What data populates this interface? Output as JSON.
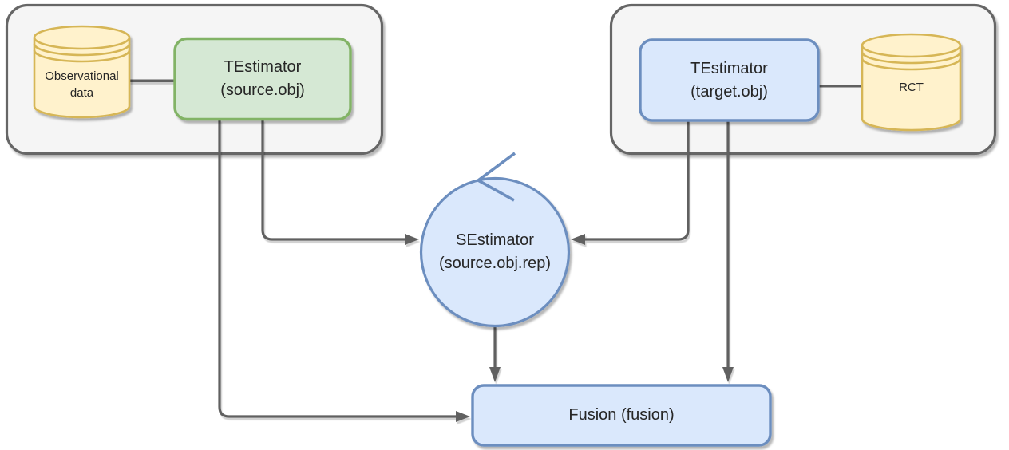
{
  "diagram": {
    "type": "flow-diagram",
    "groups": {
      "left_group": {
        "contains": [
          "observational_db",
          "source_testimator"
        ]
      },
      "right_group": {
        "contains": [
          "target_testimator",
          "rct_db"
        ]
      }
    },
    "nodes": {
      "observational_db": {
        "shape": "database-cylinder",
        "line1": "Observational",
        "line2": "data"
      },
      "source_testimator": {
        "shape": "rounded-rect",
        "line1": "TEstimator",
        "line2": "(source.obj)"
      },
      "target_testimator": {
        "shape": "rounded-rect",
        "line1": "TEstimator",
        "line2": "(target.obj)"
      },
      "rct_db": {
        "shape": "database-cylinder",
        "label": "RCT"
      },
      "sestimator": {
        "shape": "circle-with-loop-arrow",
        "line1": "SEstimator",
        "line2": "(source.obj.rep)"
      },
      "fusion": {
        "shape": "rounded-rect",
        "label": "Fusion (fusion)"
      }
    },
    "edges": [
      {
        "from": "observational_db",
        "to": "source_testimator",
        "type": "plain-link"
      },
      {
        "from": "rct_db",
        "to": "target_testimator",
        "type": "plain-link"
      },
      {
        "from": "source_testimator",
        "to": "sestimator",
        "type": "arrow"
      },
      {
        "from": "target_testimator",
        "to": "sestimator",
        "type": "arrow"
      },
      {
        "from": "source_testimator",
        "to": "fusion",
        "type": "arrow"
      },
      {
        "from": "target_testimator",
        "to": "fusion",
        "type": "arrow"
      },
      {
        "from": "sestimator",
        "to": "fusion",
        "type": "arrow"
      },
      {
        "from": "sestimator",
        "to": "sestimator",
        "type": "self-loop-arrowhead"
      }
    ],
    "colors": {
      "container_fill": "#f5f5f5",
      "container_border": "#666666",
      "yellow_fill": "#fff2cc",
      "yellow_border": "#d6b656",
      "green_fill": "#d5e8d4",
      "green_border": "#82b366",
      "blue_fill": "#dae8fc",
      "blue_border": "#6c8ebf",
      "edge_color": "#616161",
      "text_color": "#262626"
    }
  }
}
